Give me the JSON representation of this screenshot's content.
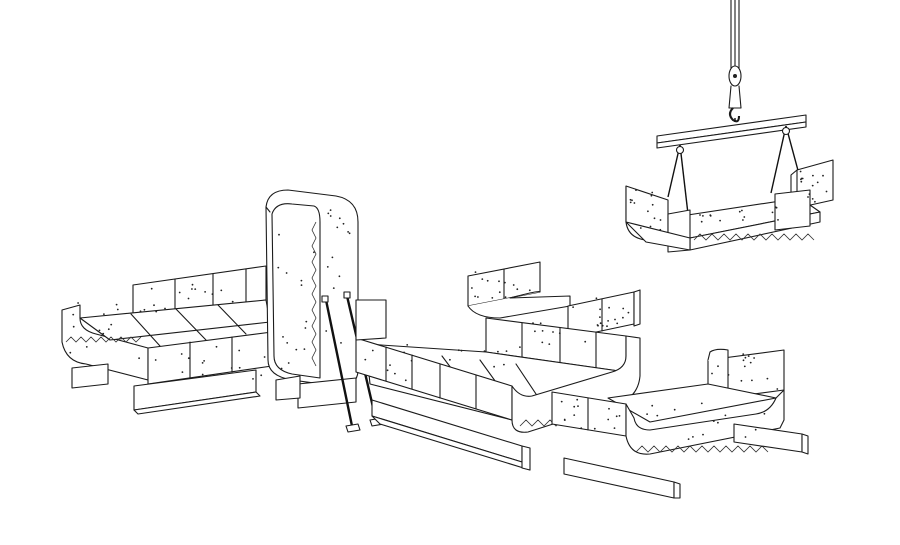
{
  "figure": {
    "palette": {
      "line": "#1b1b1b",
      "background": "#ffffff"
    },
    "components": [
      "precast-u-channel-section",
      "precast-box-section",
      "support-beam",
      "temporary-brace",
      "spreader-beam",
      "crane-hook"
    ]
  }
}
